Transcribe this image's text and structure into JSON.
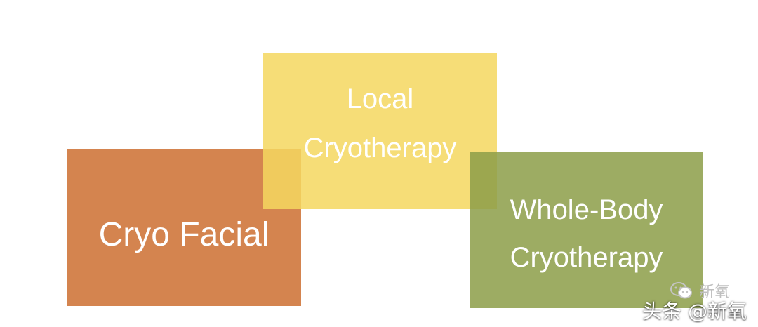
{
  "boxes": {
    "cryo_facial": {
      "label": "Cryo Facial",
      "color": "#d4844f"
    },
    "local_cryotherapy": {
      "line1": "Local",
      "line2": "Cryotherapy",
      "color": "#f5d75f"
    },
    "whole_body_cryotherapy": {
      "line1": "Whole-Body",
      "line2": "Cryotherapy",
      "color": "#8c9e48"
    }
  },
  "watermark": {
    "icon": "wechat-icon",
    "account": "新氧",
    "credit": "头条 @新氧"
  }
}
